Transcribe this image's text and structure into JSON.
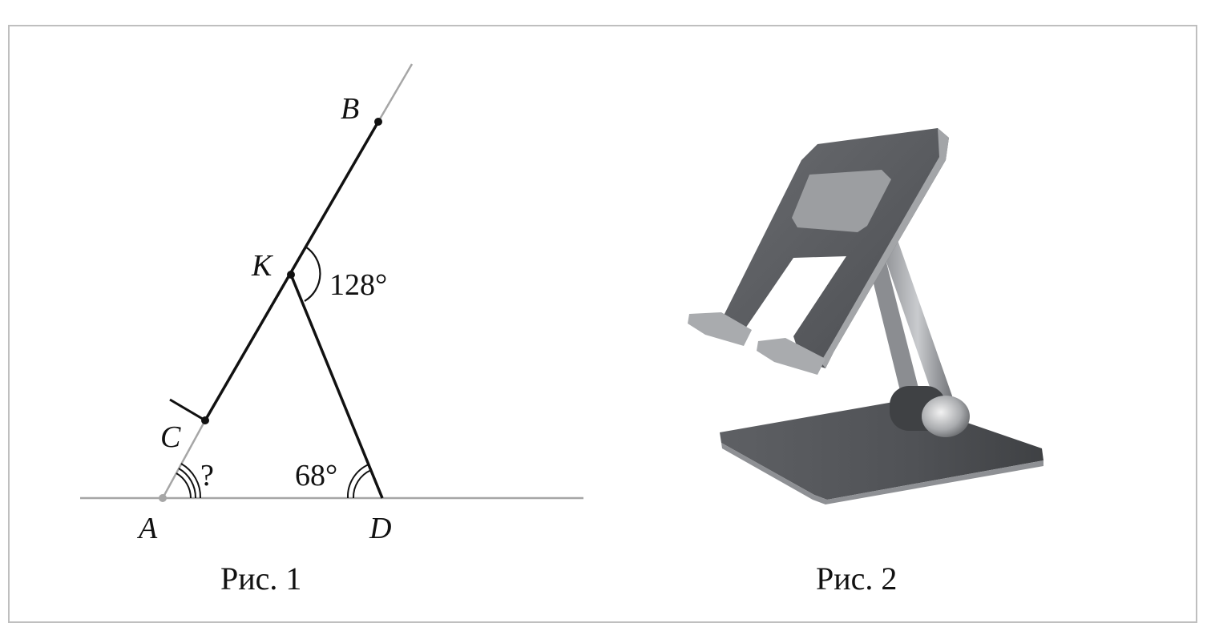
{
  "figure1": {
    "points": {
      "A": "A",
      "B": "B",
      "C": "C",
      "D": "D",
      "K": "K"
    },
    "angle_K": "128°",
    "angle_D": "68°",
    "angle_A": "?",
    "caption": "Рис. 1"
  },
  "figure2": {
    "caption": "Рис. 2",
    "image_subject": "tablet-stand"
  },
  "colors": {
    "line": "#111111",
    "gray_line": "#a6a6a6",
    "frame": "#bfbfbf",
    "stand_dark": "#5b5d60",
    "stand_light": "#9a9c9f"
  }
}
